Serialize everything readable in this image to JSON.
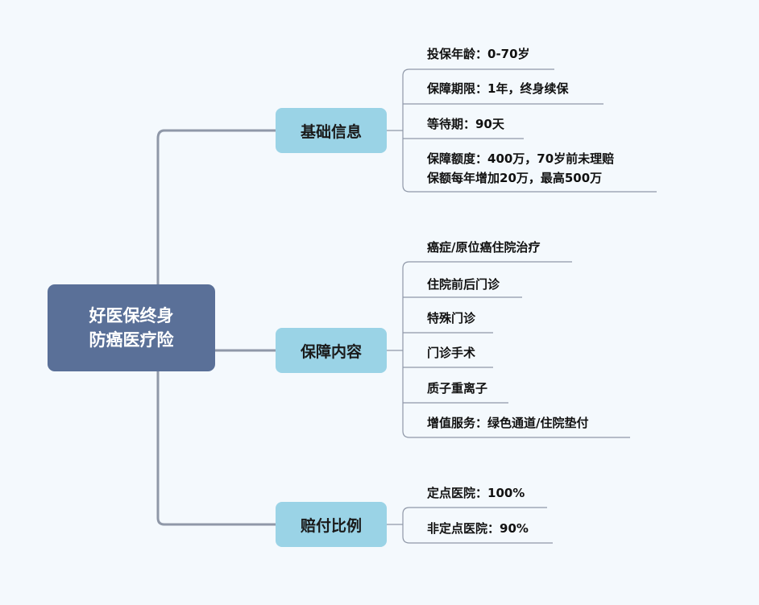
{
  "root": {
    "line1": "好医保终身",
    "line2": "防癌医疗险"
  },
  "branches": [
    {
      "label": "基础信息",
      "items": [
        {
          "lines": [
            "投保年龄：0-70岁"
          ]
        },
        {
          "lines": [
            "保障期限：1年，终身续保"
          ]
        },
        {
          "lines": [
            "等待期：90天"
          ]
        },
        {
          "lines": [
            "保障额度：400万，70岁前未理赔",
            "保额每年增加20万，最高500万"
          ]
        }
      ]
    },
    {
      "label": "保障内容",
      "items": [
        {
          "lines": [
            "癌症/原位癌住院治疗"
          ]
        },
        {
          "lines": [
            "住院前后门诊"
          ]
        },
        {
          "lines": [
            "特殊门诊"
          ]
        },
        {
          "lines": [
            "门诊手术"
          ]
        },
        {
          "lines": [
            "质子重离子"
          ]
        },
        {
          "lines": [
            "增值服务：绿色通道/住院垫付"
          ]
        }
      ]
    },
    {
      "label": "赔付比例",
      "items": [
        {
          "lines": [
            "定点医院：100%"
          ]
        },
        {
          "lines": [
            "非定点医院：90%"
          ]
        }
      ]
    }
  ],
  "colors": {
    "background": "#f4f9fd",
    "root_fill": "#5a7098",
    "branch_fill": "#9ad3e6",
    "connector": "#8f98a8"
  }
}
